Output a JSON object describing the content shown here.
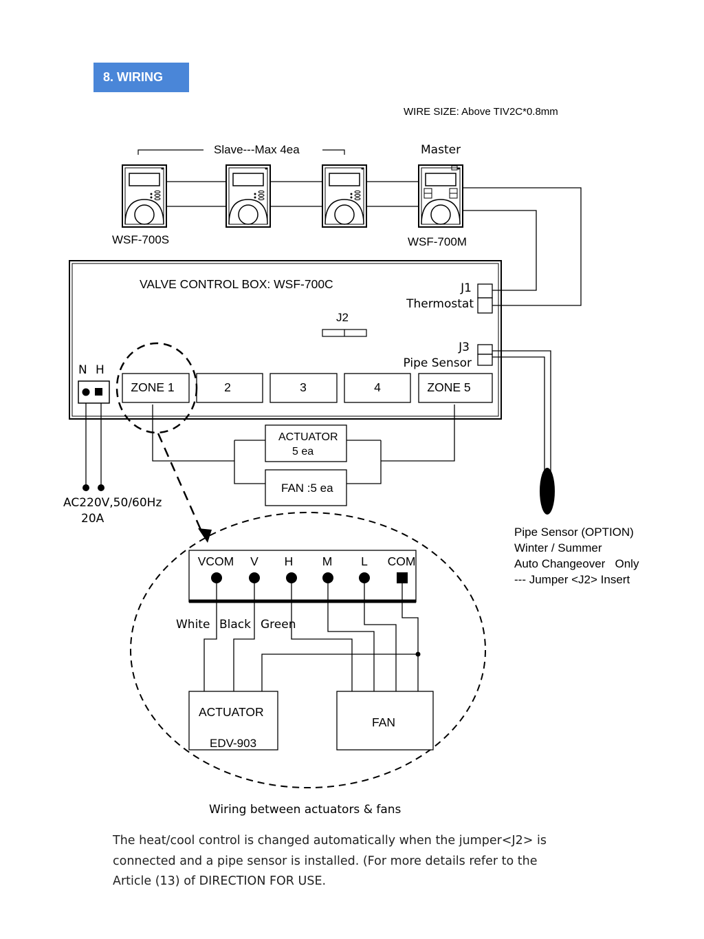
{
  "section": {
    "title": "8.  WIRING"
  },
  "wire_size": "WIRE SIZE: Above TIV2C*0.8mm",
  "thermostats": {
    "slave_label": "Slave---Max 4ea",
    "master_label": "Master",
    "slave_model": "WSF-700S",
    "master_model": "WSF-700M"
  },
  "control_box": {
    "title": "VALVE CONTROL BOX:  WSF-700C",
    "j1": "J1",
    "thermostat": "Thermostat",
    "j2": "J2",
    "j3": "J3",
    "pipe_sensor": "Pipe Sensor",
    "n_label": "N",
    "h_label": "H",
    "zones": [
      "ZONE 1",
      "2",
      "3",
      "4",
      "ZONE 5"
    ]
  },
  "actuator_box": {
    "line1": "ACTUATOR",
    "line2": "5 ea"
  },
  "fan_box": {
    "label": "FAN :5 ea"
  },
  "power": {
    "line1": "AC220V,50/60Hz",
    "line2": "20A"
  },
  "pipe_sensor_note": [
    "Pipe Sensor (OPTION)",
    "Winter / Summer",
    "Auto Changeover   Only",
    "--- Jumper <J2> Insert"
  ],
  "terminal": {
    "labels": [
      "VCOM",
      "V",
      "H",
      "M",
      "L",
      "COM"
    ]
  },
  "wire_colors": {
    "white": "White",
    "black": "Black",
    "green": "Green"
  },
  "detail_actuator": {
    "line1": "ACTUATOR",
    "line2": "EDV-903"
  },
  "detail_fan": {
    "label": "FAN"
  },
  "detail_caption": "Wiring between actuators & fans",
  "footnote": "The heat/cool control is changed automatically when the jumper<J2> is connected and a pipe sensor is installed. (For more details  refer to the Article (13) of DIRECTION FOR USE.",
  "colors": {
    "badge": "#4a86d8"
  }
}
